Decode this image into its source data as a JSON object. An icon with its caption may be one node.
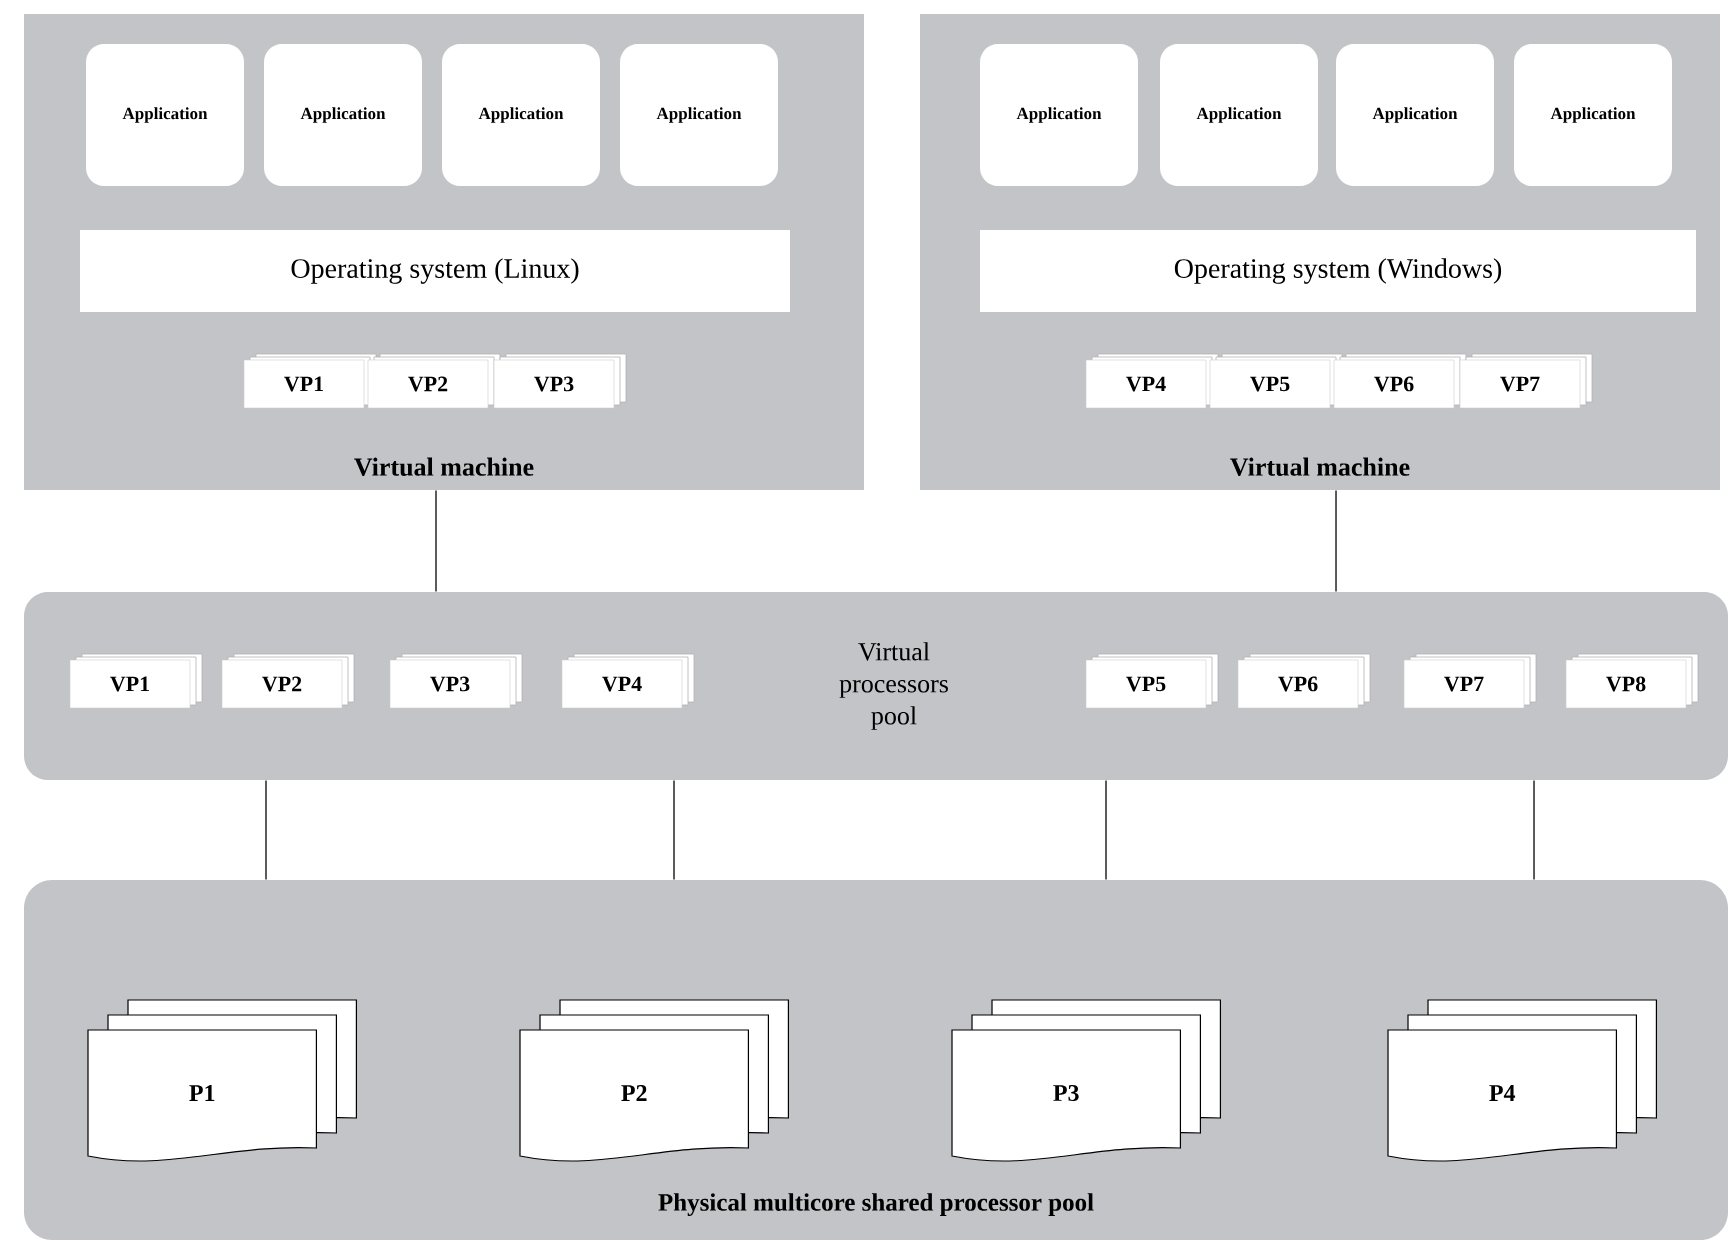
{
  "diagram": {
    "nodes": [
      {
        "text": [
          "Virtual machine"
        ]
      },
      {
        "text": [
          "Application"
        ],
        "in": 0
      },
      {
        "text": [
          "Application"
        ],
        "in": 0
      },
      {
        "text": [
          "Application"
        ],
        "in": 0
      },
      {
        "text": [
          "Application"
        ],
        "in": 0
      },
      {
        "text": [
          "Operating system (Linux)"
        ],
        "in": 0
      },
      {
        "text": [
          "VP1"
        ],
        "in": 0
      },
      {
        "text": [
          "VP2"
        ],
        "in": 0
      },
      {
        "text": [
          "VP3"
        ],
        "in": 0
      },
      {
        "text": [
          "Virtual machine"
        ]
      },
      {
        "text": [
          "Application"
        ],
        "in": 9
      },
      {
        "text": [
          "Application"
        ],
        "in": 9
      },
      {
        "text": [
          "Application"
        ],
        "in": 9
      },
      {
        "text": [
          "Application"
        ],
        "in": 9
      },
      {
        "text": [
          "Operating system (Windows)"
        ],
        "in": 9
      },
      {
        "text": [
          "VP4"
        ],
        "in": 9
      },
      {
        "text": [
          "VP5"
        ],
        "in": 9
      },
      {
        "text": [
          "VP6"
        ],
        "in": 9
      },
      {
        "text": [
          "VP7"
        ],
        "in": 9
      },
      {
        "text": [
          "Virtual processors pool"
        ]
      },
      {
        "text": [
          "VP1"
        ],
        "in": 19
      },
      {
        "text": [
          "VP2"
        ],
        "in": 19
      },
      {
        "text": [
          "VP3"
        ],
        "in": 19
      },
      {
        "text": [
          "VP4"
        ],
        "in": 19
      },
      {
        "text": [
          "VP5"
        ],
        "in": 19
      },
      {
        "text": [
          "VP6"
        ],
        "in": 19
      },
      {
        "text": [
          "VP7"
        ],
        "in": 19
      },
      {
        "text": [
          "VP8"
        ],
        "in": 19
      },
      {
        "text": [
          "Physical multicore shared processor pool"
        ]
      },
      {
        "text": [
          "P1"
        ],
        "in": 28
      },
      {
        "text": [
          "P2"
        ],
        "in": 28
      },
      {
        "text": [
          "P3"
        ],
        "in": 28
      },
      {
        "text": [
          "P4"
        ],
        "in": 28
      }
    ],
    "edges": [
      {
        "from": 0,
        "to": 19,
        "arrow": "none"
      },
      {
        "from": 9,
        "to": 19,
        "arrow": "none"
      },
      {
        "from": 19,
        "to": 28,
        "arrow": "none"
      },
      {
        "from": 19,
        "to": 28,
        "arrow": "none"
      },
      {
        "from": 19,
        "to": 28,
        "arrow": "none"
      },
      {
        "from": 19,
        "to": 28,
        "arrow": "none"
      }
    ]
  }
}
